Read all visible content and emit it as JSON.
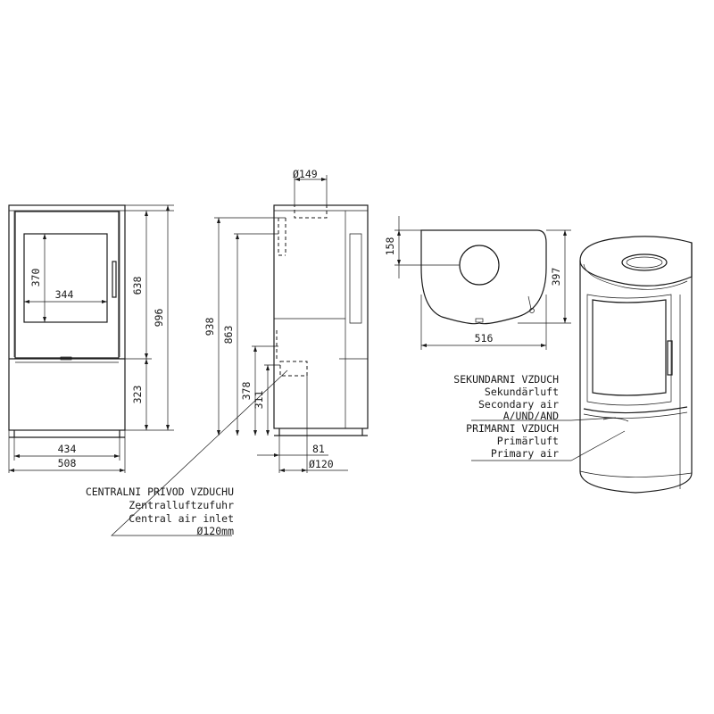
{
  "front_view": {
    "dim_width_inner": "434",
    "dim_width_outer": "508",
    "dim_glass_width": "344",
    "dim_glass_height": "370",
    "dim_upper_height": "638",
    "dim_lower_height": "323",
    "dim_total_height": "996"
  },
  "side_view": {
    "dim_flue_diameter": "Ø149",
    "dim_height_938": "938",
    "dim_height_863": "863",
    "dim_height_378": "378",
    "dim_height_311": "311",
    "dim_offset_81": "81",
    "dim_inlet_diameter": "Ø120"
  },
  "top_view": {
    "dim_flue_offset": "158",
    "dim_depth": "397",
    "dim_width": "516"
  },
  "central_air_label": {
    "line1": "CENTRALNI PRIVOD VZDUCHU",
    "line2": "Zentralluftzufuhr",
    "line3": "Central air inlet",
    "line4": "Ø120mm"
  },
  "air_labels": {
    "line1": "SEKUNDARNI VZDUCH",
    "line2": "Sekundärluft",
    "line3": "Secondary air",
    "line4": "A/UND/AND",
    "line5": "PRIMARNI VZDUCH",
    "line6": "Primärluft",
    "line7": "Primary air"
  }
}
